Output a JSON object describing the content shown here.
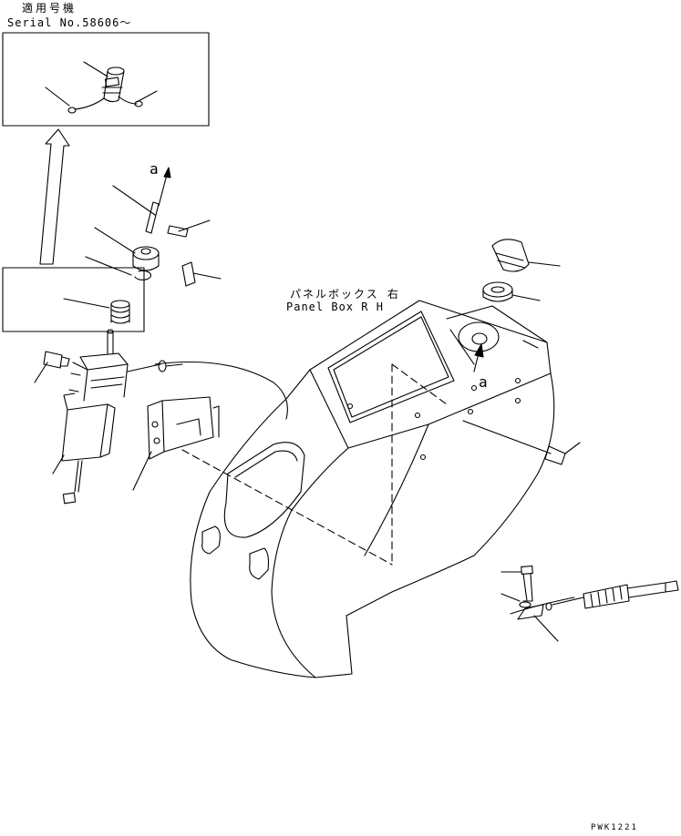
{
  "header": {
    "applicable_machines": "適用号機",
    "serial_no": "Serial No.58606～"
  },
  "panel_box": {
    "label_jp": "パネルボックス 右",
    "label_en": "Panel Box R H"
  },
  "view_markers": {
    "a_top": "a",
    "a_panel": "a"
  },
  "drawing_number": "PWK1221"
}
